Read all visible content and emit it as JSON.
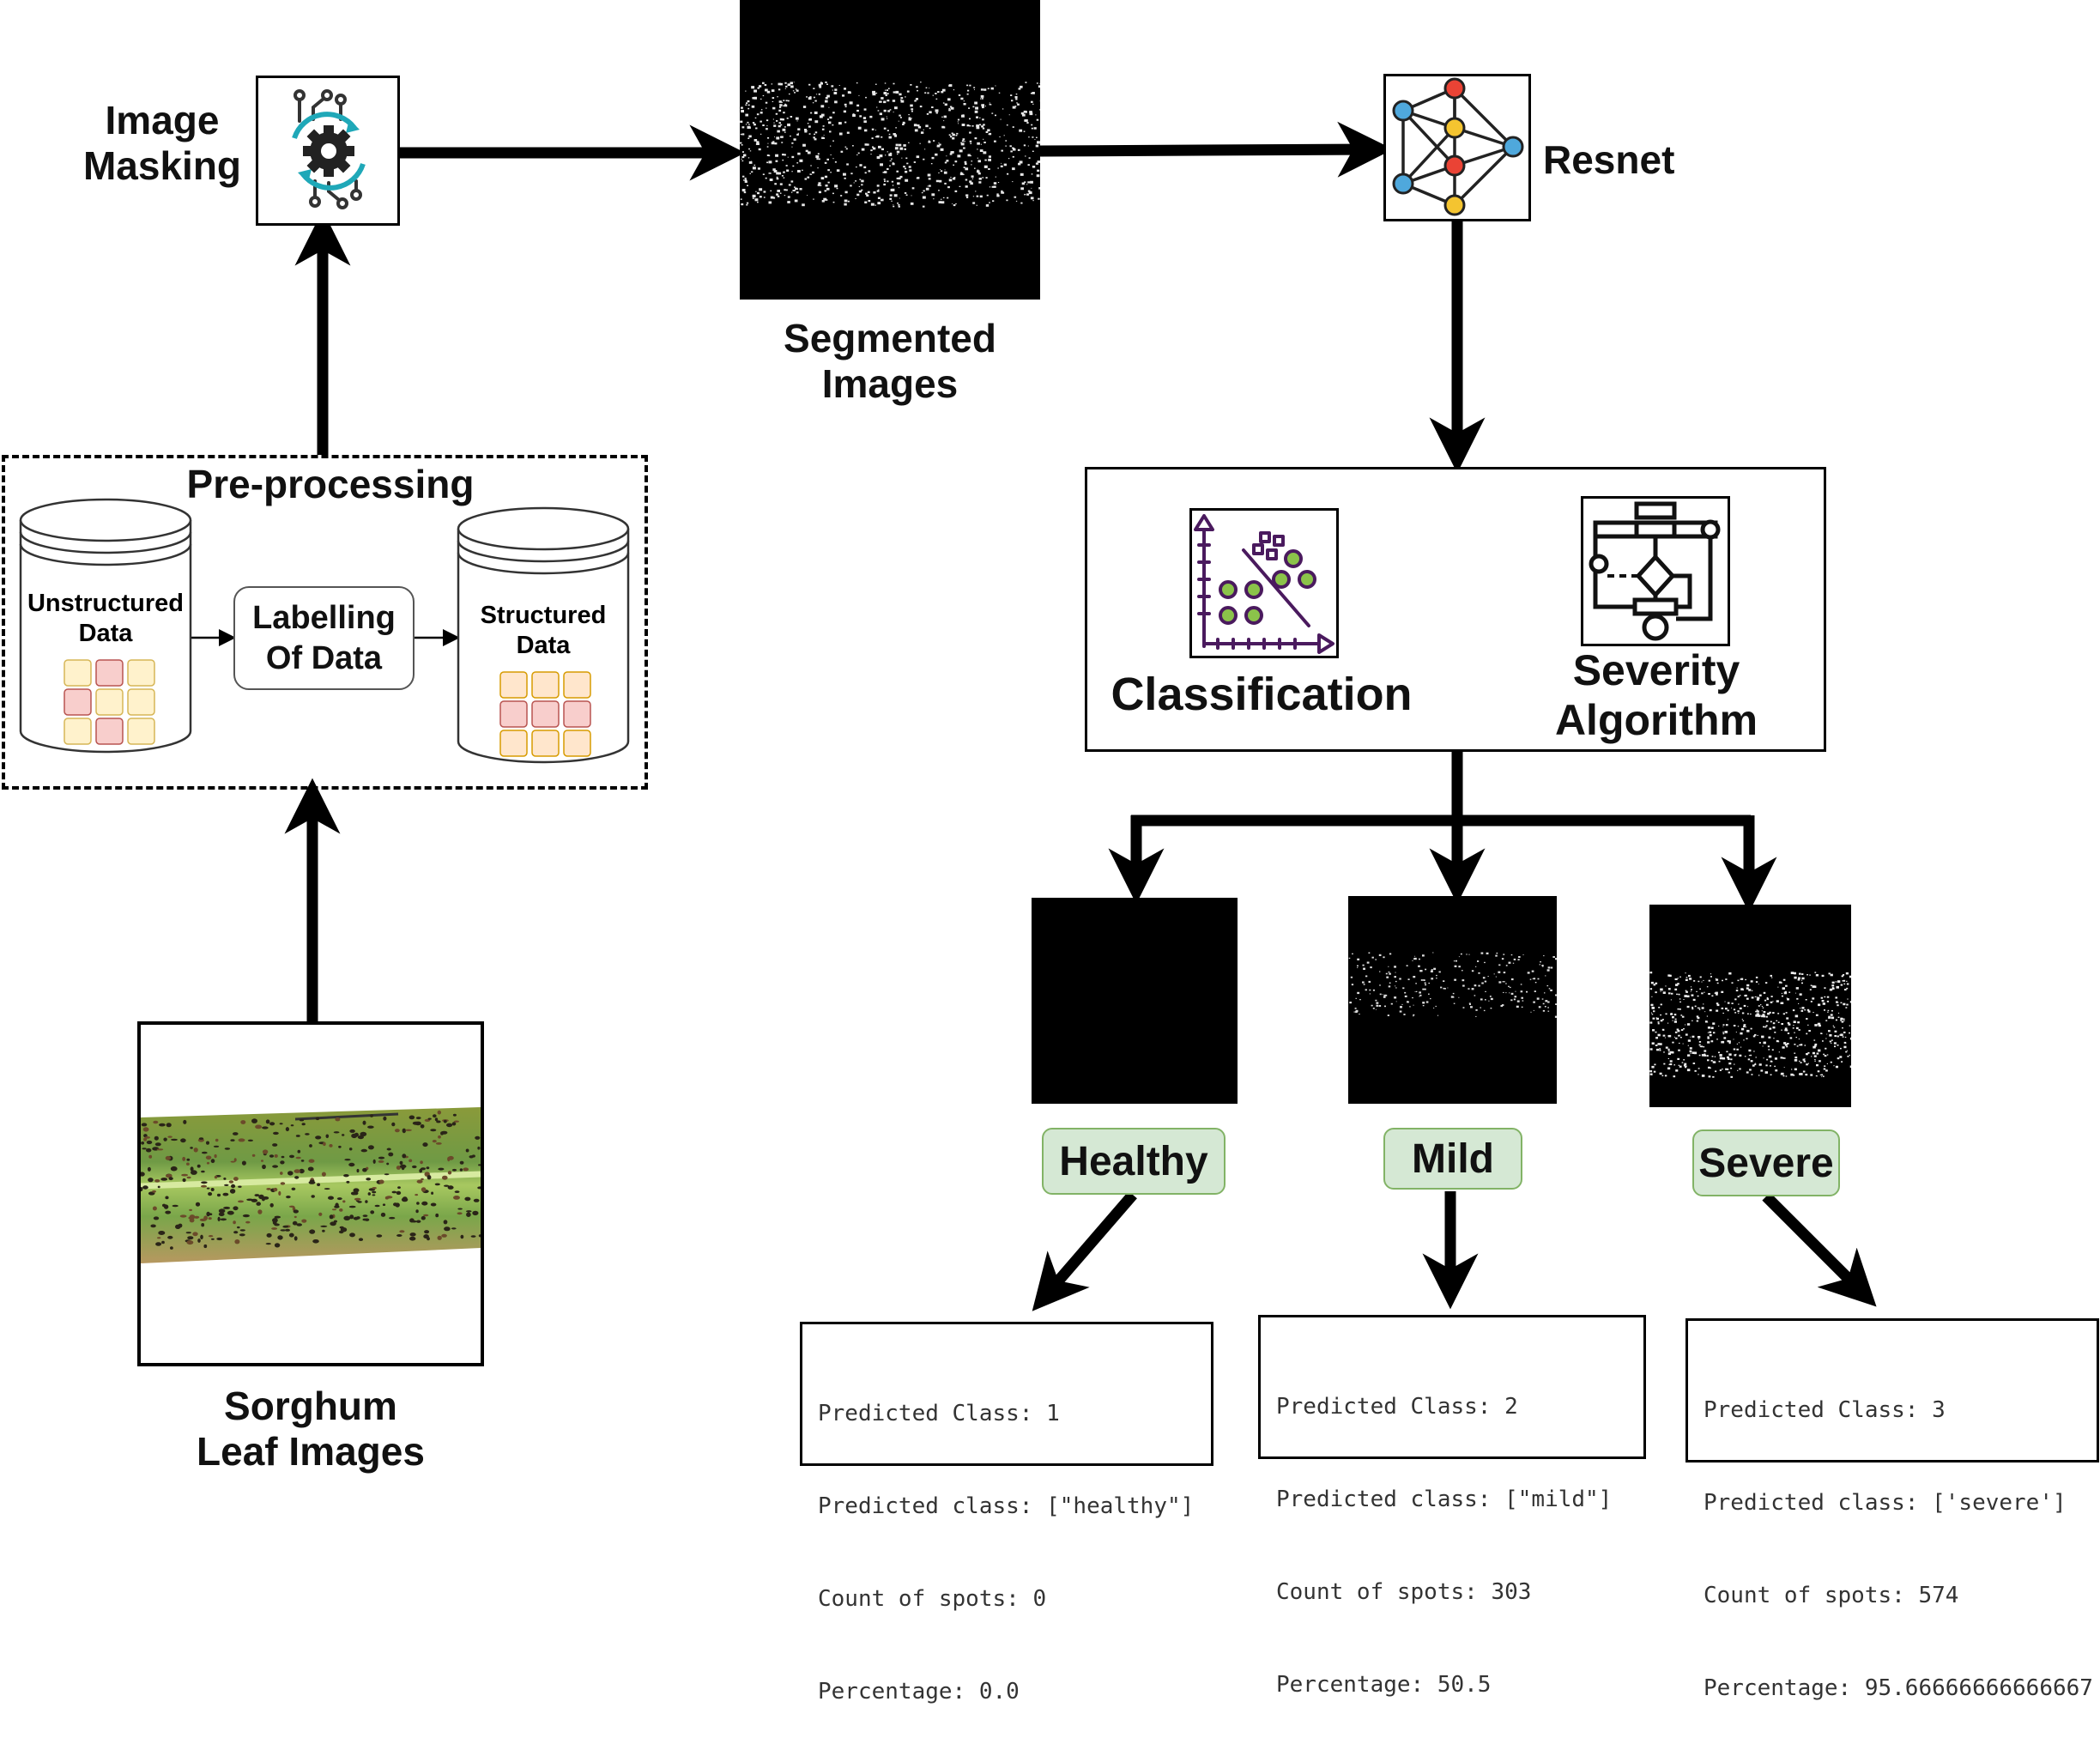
{
  "nodes": {
    "image_masking": "Image\nMasking",
    "segmented_images": "Segmented\nImages",
    "resnet": "Resnet",
    "pre_processing": "Pre-processing",
    "unstructured_data": "Unstructured\nData",
    "labelling_of_data": "Labelling\nOf Data",
    "structured_data": "Structured\nData",
    "sorghum_leaf_images": "Sorghum\nLeaf Images",
    "classification": "Classification",
    "severity_algorithm": "Severity\nAlgorithm"
  },
  "classes": [
    {
      "label": "Healthy",
      "lines": [
        "Predicted Class: 1",
        "Predicted class: [\"healthy\"]",
        "Count of spots: 0",
        "Percentage: 0.0"
      ]
    },
    {
      "label": "Mild",
      "lines": [
        "Predicted Class: 2",
        "Predicted class: [\"mild\"]",
        "Count of spots: 303",
        "Percentage: 50.5"
      ]
    },
    {
      "label": "Severe",
      "lines": [
        "Predicted Class: 3",
        "Predicted class: ['severe']",
        "Count of spots: 574",
        "Percentage: 95.66666666666667"
      ]
    }
  ],
  "icons": {
    "masking": "gear-circuit-icon",
    "resnet": "neural-network-icon",
    "classification": "scatter-plot-icon",
    "severity": "flowchart-icon"
  },
  "colors": {
    "pill_fill": "#d5e8d4",
    "pill_border": "#82b366",
    "db_cell_yellow": "#fff2cc",
    "db_cell_pink": "#f8cecc",
    "db_cell_orange": "#ffe6cc",
    "node_red": "#ea4335",
    "node_blue": "#4fa8dc",
    "node_yellow": "#f4c430",
    "icon_purple": "#4a1a5e",
    "icon_green": "#8bc34a",
    "gear_teal": "#1fa8b8"
  }
}
